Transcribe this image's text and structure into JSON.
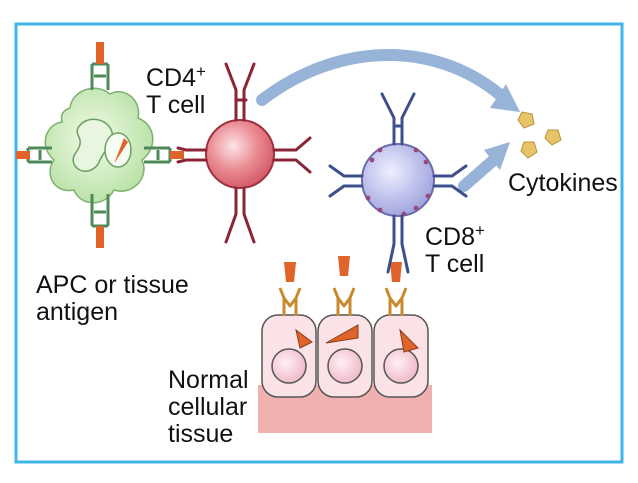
{
  "labels": {
    "cd4_line1": "CD4",
    "cd4_sup": "+",
    "cd4_line2": "T cell",
    "cd8_line1": "CD8",
    "cd8_sup": "+",
    "cd8_line2": "T cell",
    "cytokines": "Cytokines",
    "apc_line1": "APC or tissue",
    "apc_line2": "antigen",
    "normal_line1": "Normal",
    "normal_line2": "cellular",
    "normal_line3": "tissue"
  },
  "colors": {
    "frame": "#3fb6e6",
    "apc_body": "#bfe6b0",
    "apc_receptor": "#4e8a5a",
    "antigen": "#e0632a",
    "cd4_cell": "#e0707a",
    "cd4_receptor": "#8a2436",
    "cd8_cell": "#b6b6e6",
    "cd8_receptor": "#3d4f8c",
    "cd8_granule": "#9a4a7a",
    "cytokine": "#e8c468",
    "arrow": "#97b4d8",
    "tissue_base": "#f0b0b0",
    "tissue_cell": "#fbe2e6",
    "mhc": "#c98a2e"
  }
}
